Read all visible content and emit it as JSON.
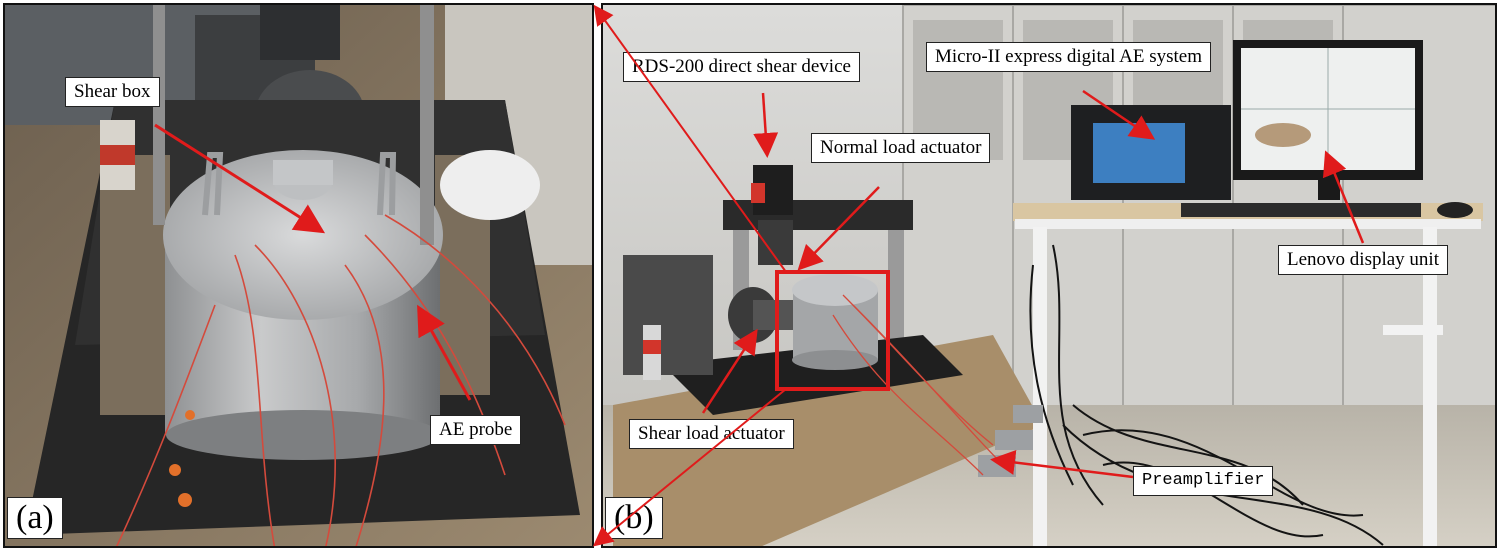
{
  "panel_a": {
    "letter": "(a)",
    "labels": {
      "shear_box": "Shear box",
      "ae_probe": "AE probe"
    }
  },
  "panel_b": {
    "letter": "(b)",
    "labels": {
      "rds": "RDS-200 direct shear device",
      "micro": "Micro-II express digital AE system",
      "normal": "Normal load actuator",
      "lenovo": "Lenovo display unit",
      "shear_actuator": "Shear load actuator",
      "preamp": "Preamplifier"
    }
  },
  "colors": {
    "arrow": "#e01b1b",
    "highlight_box": "#e01b1b"
  }
}
